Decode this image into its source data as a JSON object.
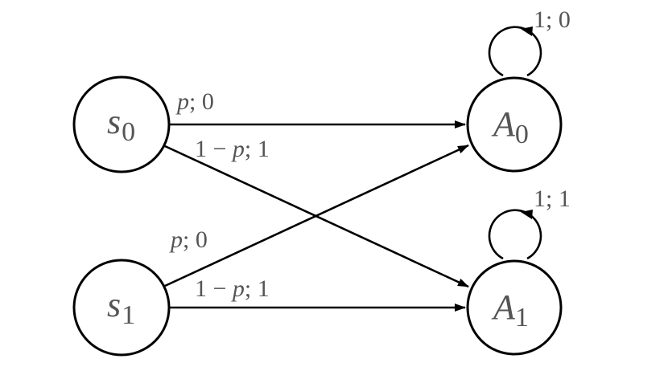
{
  "nodes": [
    {
      "id": "s0",
      "base": "s",
      "sub": "0"
    },
    {
      "id": "s1",
      "base": "s",
      "sub": "1"
    },
    {
      "id": "A0",
      "base": "A",
      "sub": "0"
    },
    {
      "id": "A1",
      "base": "A",
      "sub": "1"
    }
  ],
  "edges": [
    {
      "from": "s0",
      "to": "A0",
      "prob": "p",
      "out": "0"
    },
    {
      "from": "s0",
      "to": "A1",
      "prob": "1 − p",
      "out": "1"
    },
    {
      "from": "s1",
      "to": "A0",
      "prob": "p",
      "out": "0"
    },
    {
      "from": "s1",
      "to": "A1",
      "prob": "1 − p",
      "out": "1"
    },
    {
      "from": "A0",
      "to": "A0",
      "prob": "1",
      "out": "0"
    },
    {
      "from": "A1",
      "to": "A1",
      "prob": "1",
      "out": "1"
    }
  ]
}
